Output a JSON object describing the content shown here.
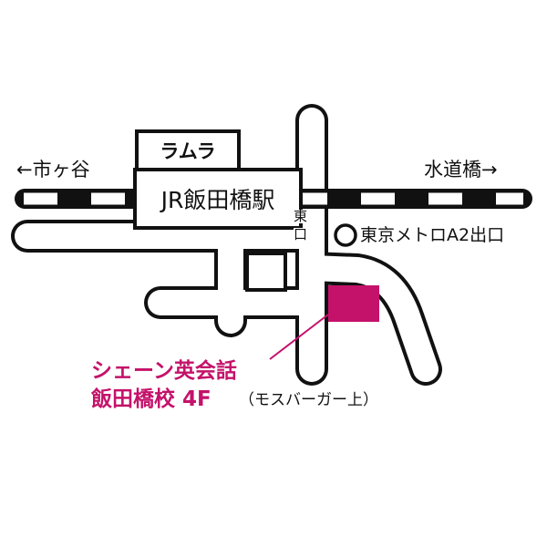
{
  "colors": {
    "accent": "#c4126a",
    "ink": "#111111"
  },
  "directions": {
    "left": "←市ヶ谷",
    "right": "水道橋→"
  },
  "buildings": {
    "ramura": "ラムラ",
    "station": "JR飯田橋駅"
  },
  "exit_label": [
    "東",
    "口"
  ],
  "metro_exit": "東京メトロA2出口",
  "school": {
    "name": "シェーン英会話",
    "branch": "飯田橋校 4F",
    "note": "（モスバーガー上）"
  }
}
